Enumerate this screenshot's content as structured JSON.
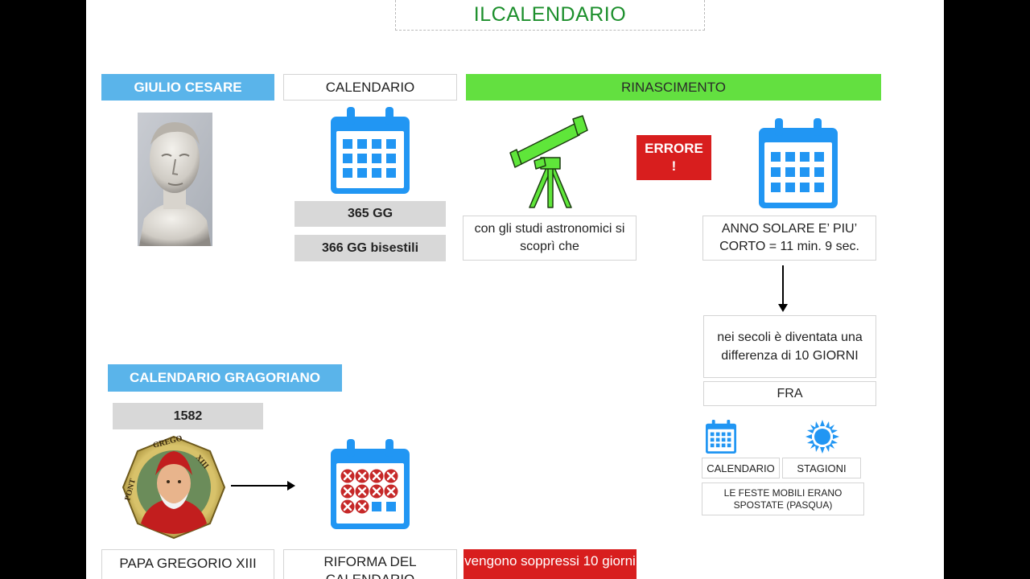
{
  "title": "ILCALENDARIO",
  "headers": {
    "giulio_cesare": "GIULIO CESARE",
    "calendario": "CALENDARIO",
    "rinascimento": "RINASCIMENTO",
    "calendario_gregoriano": "CALENDARIO GRAGORIANO"
  },
  "boxes": {
    "gg365": "365 GG",
    "gg366": "366 GG bisestili",
    "studi": "con gli studi astronomici si scoprì che",
    "errore": "ERRORE !",
    "anno_solare": "ANNO SOLARE E’ PIU’ CORTO = 11 min. 9 sec.",
    "differenza": "nei secoli è diventata una differenza di 10 GIORNI",
    "fra": "FRA",
    "calendario_small": "CALENDARIO",
    "stagioni": "STAGIONI",
    "feste": "LE FESTE MOBILI ERANO SPOSTATE (PASQUA)",
    "anno_1582": "1582",
    "papa": "PAPA GREGORIO XIII",
    "riforma": "RIFORMA DEL CALENDARIO",
    "soppressi": "vengono soppressi 10 giorni"
  },
  "icons": {
    "calendar": "calendar-icon",
    "telescope": "telescope-icon",
    "sun": "sun-icon",
    "bust": "julius-caesar-bust-image",
    "portrait": "pope-gregory-portrait-image"
  },
  "colors": {
    "title_green": "#1c8f2c",
    "header_blue": "#5ab4ea",
    "header_green": "#63e040",
    "alert_red": "#d81e1e",
    "calendar_blue": "#2196f3"
  }
}
